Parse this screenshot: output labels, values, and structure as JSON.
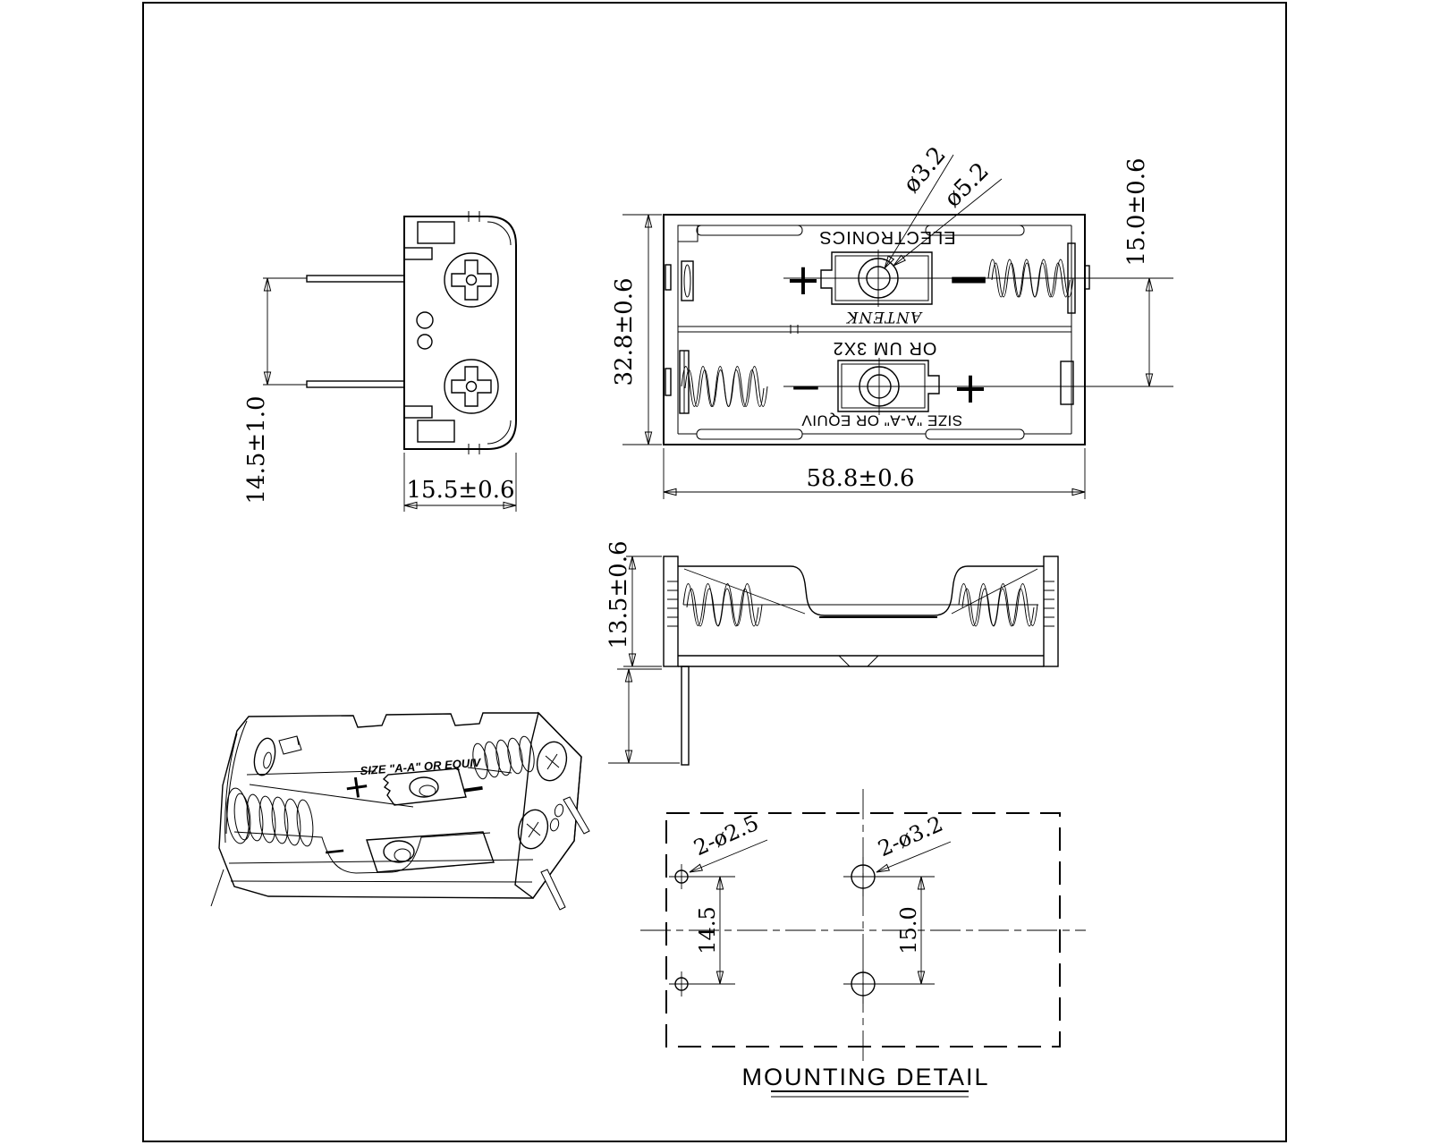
{
  "sheet": {
    "background": "#ffffff",
    "line_color": "#000000"
  },
  "end_view": {
    "dim_pin_pitch": "14.5±1.0",
    "dim_body_width": "15.5±0.6"
  },
  "top_view": {
    "dim_body_height": "32.8±0.6",
    "dim_body_length": "58.8±0.6",
    "dim_cell_pitch": "15.0±0.6",
    "leader_rivet_hole": "ø3.2",
    "leader_rivet_boss": "ø5.2",
    "label_electronics": "ELECTRONICS",
    "label_antenk": "ANTENK",
    "label_um": "OR UM 3X2",
    "label_size": "SIZE \"A-A\" OR EQUIV",
    "plus": "+",
    "minus": "−"
  },
  "side_view": {
    "dim_body_height": "13.5±0.6"
  },
  "iso_view": {
    "label_size": "SIZE \"A-A\" OR EQUIV",
    "plus": "+",
    "minus": "−"
  },
  "mounting_detail": {
    "title": "MOUNTING DETAIL",
    "leader_small_holes": "2-ø2.5",
    "leader_large_holes": "2-ø3.2",
    "dim_small_pitch": "14.5",
    "dim_large_pitch": "15.0"
  }
}
